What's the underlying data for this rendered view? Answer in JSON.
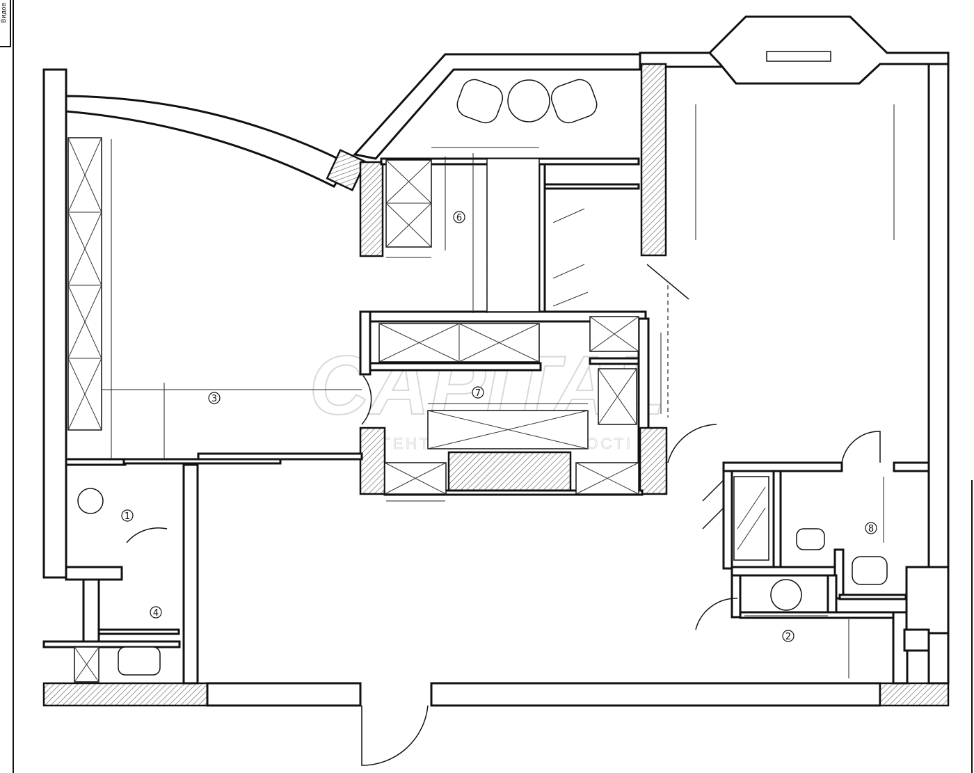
{
  "corner_tag": "Видов",
  "rooms": [
    {
      "id": "room-1",
      "num": "1"
    },
    {
      "id": "room-2",
      "num": "2"
    },
    {
      "id": "room-3",
      "num": "3"
    },
    {
      "id": "room-4",
      "num": "4"
    },
    {
      "id": "room-6",
      "num": "6"
    },
    {
      "id": "room-7",
      "num": "7"
    },
    {
      "id": "room-8",
      "num": "8"
    }
  ],
  "watermark": {
    "main": "CAPITAL",
    "sub": "АГЕНТСТВО НЕРУХОМОСТІ"
  }
}
